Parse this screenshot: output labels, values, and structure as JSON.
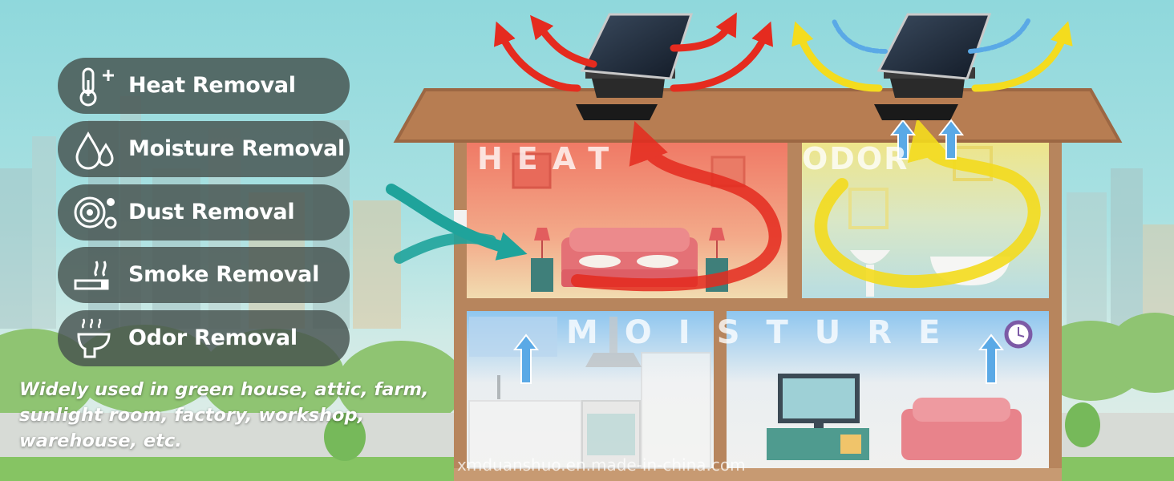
{
  "features": [
    {
      "label": "Heat Removal",
      "icon": "thermometer-plus-icon"
    },
    {
      "label": "Moisture Removal",
      "icon": "water-drops-icon"
    },
    {
      "label": "Dust Removal",
      "icon": "dust-particles-icon"
    },
    {
      "label": "Smoke Removal",
      "icon": "cigarette-smoke-icon"
    },
    {
      "label": "Odor Removal",
      "icon": "toilet-odor-icon"
    }
  ],
  "usage_text": "Widely used in green house, attic, farm, sunlight room, factory, workshop, warehouse, etc.",
  "rooms": {
    "heat": "HEAT",
    "odor": "ODOR",
    "moisture": "MOISTURE"
  },
  "watermark": "xmduanshuo.en.made-in-china.com",
  "colors": {
    "pill_bg": "#46524e",
    "roof": "#b77d52",
    "wall": "#b7855d",
    "heat_arrow": "#e52b1f",
    "odor_arrow": "#f4dc1e",
    "airflow_arrow": "#1fa39b",
    "moisture_arrow": "#5aa9e6"
  }
}
